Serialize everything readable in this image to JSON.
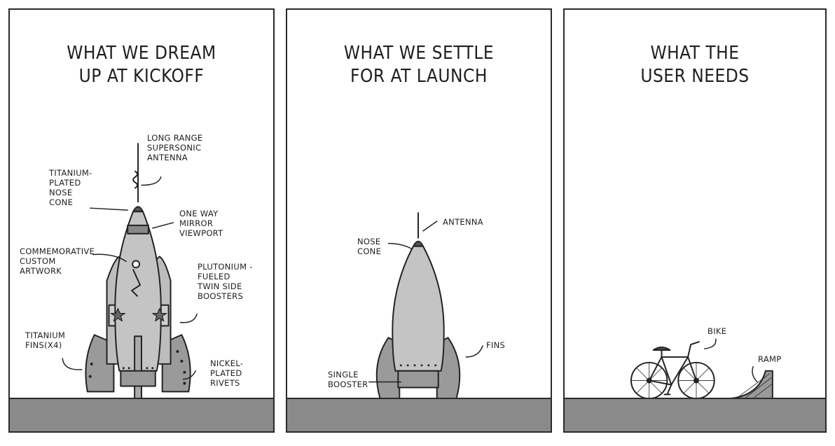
{
  "panels": [
    {
      "title": "WHAT WE DREAM\nUP AT KICKOFF",
      "labels": {
        "antenna": "LONG RANGE\nSUPERSONIC\nANTENNA",
        "nose": "TITANIUM-\nPLATED\nNOSE\nCONE",
        "mirror": "ONE WAY\nMIRROR\nVIEWPORT",
        "artwork": "COMMEMORATIVE\nCUSTOM\nARTWORK",
        "boosters": "PLUTONIUM -\nFUELED\nTWIN SIDE\nBOOSTERS",
        "fins": "TITANIUM\nFINS(X4)",
        "rivets": "NICKEL-\nPLATED\nRIVETS"
      }
    },
    {
      "title": "WHAT WE SETTLE\nFOR AT LAUNCH",
      "labels": {
        "antenna": "ANTENNA",
        "nose": "NOSE\nCONE",
        "fins": "FINS",
        "booster": "SINGLE\nBOOSTER"
      }
    },
    {
      "title": "WHAT THE\nUSER NEEDS",
      "labels": {
        "bike": "BIKE",
        "ramp": "RAMP"
      }
    }
  ]
}
